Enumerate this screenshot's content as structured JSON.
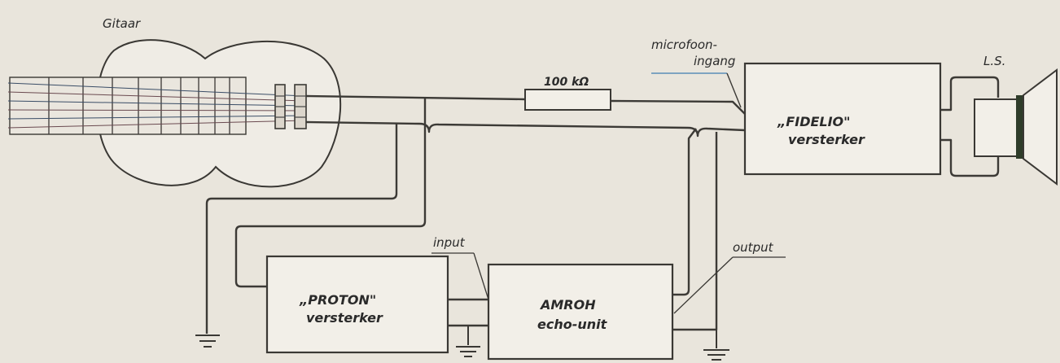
{
  "labels": {
    "guitar": "Gitaar",
    "resistor": "100 kΩ",
    "mic_line1": "microfoon-",
    "mic_line2": "ingang",
    "speaker": "L.S.",
    "fidelio_line1": "„FIDELIO\"",
    "fidelio_line2": "versterker",
    "proton_line1": "„PROTON\"",
    "proton_line2": "versterker",
    "amroh_line1": "AMROH",
    "amroh_line2": "echo-unit",
    "input": "input",
    "output": "output"
  },
  "colors": {
    "background": "#e9e5dc",
    "ink": "#3a3834",
    "accent_line": "#5a8fb8"
  }
}
